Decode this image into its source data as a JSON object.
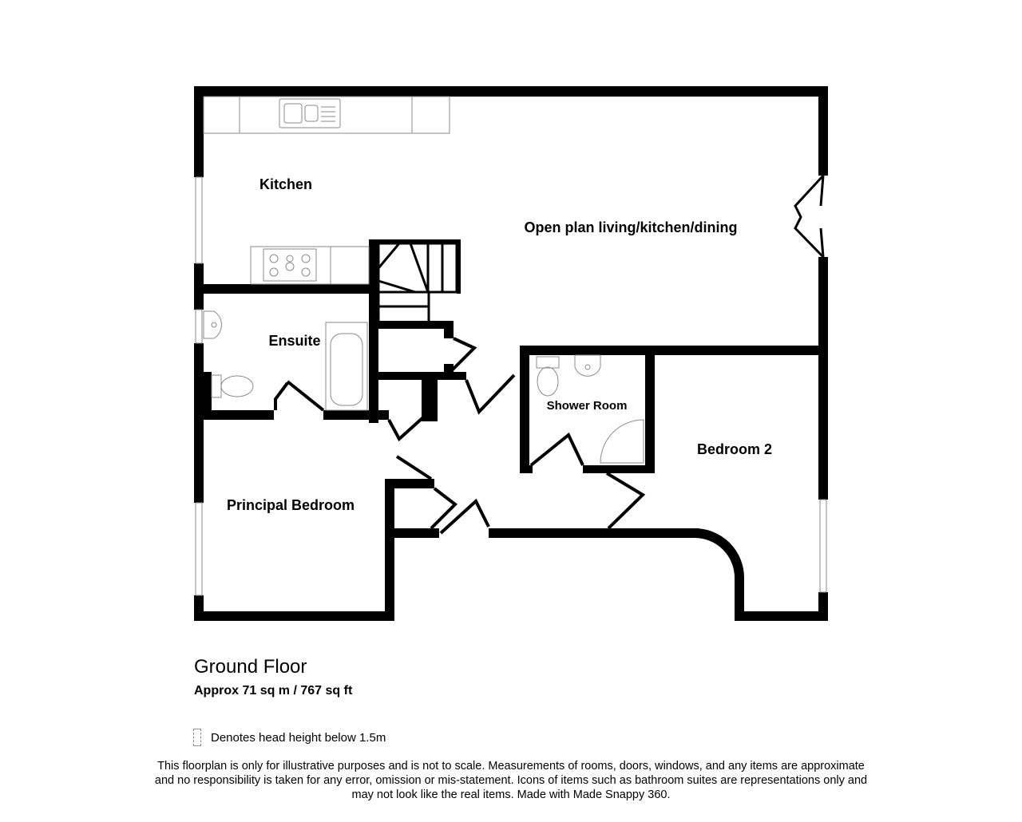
{
  "rooms": {
    "kitchen": "Kitchen",
    "open_plan": "Open plan living/kitchen/dining",
    "ensuite": "Ensuite",
    "shower_room": "Shower Room",
    "bedroom_2": "Bedroom 2",
    "principal_bedroom": "Principal Bedroom"
  },
  "floor": {
    "title": "Ground Floor",
    "area": "Approx 71 sq m / 767 sq ft"
  },
  "legend": {
    "label": "Denotes head height below 1.5m"
  },
  "disclaimer": {
    "line1": "This floorplan is only for illustrative purposes and is not to scale. Measurements of rooms, doors, windows, and any items are approximate",
    "line2": "and no responsibility is taken for any error, omission or mis-statement. Icons of items such as bathroom suites are representations only and",
    "line3": "may not look like the real items. Made with Made Snappy 360."
  },
  "colors": {
    "wall": "#000000",
    "fixture": "#8a8a8a",
    "background": "#ffffff"
  }
}
